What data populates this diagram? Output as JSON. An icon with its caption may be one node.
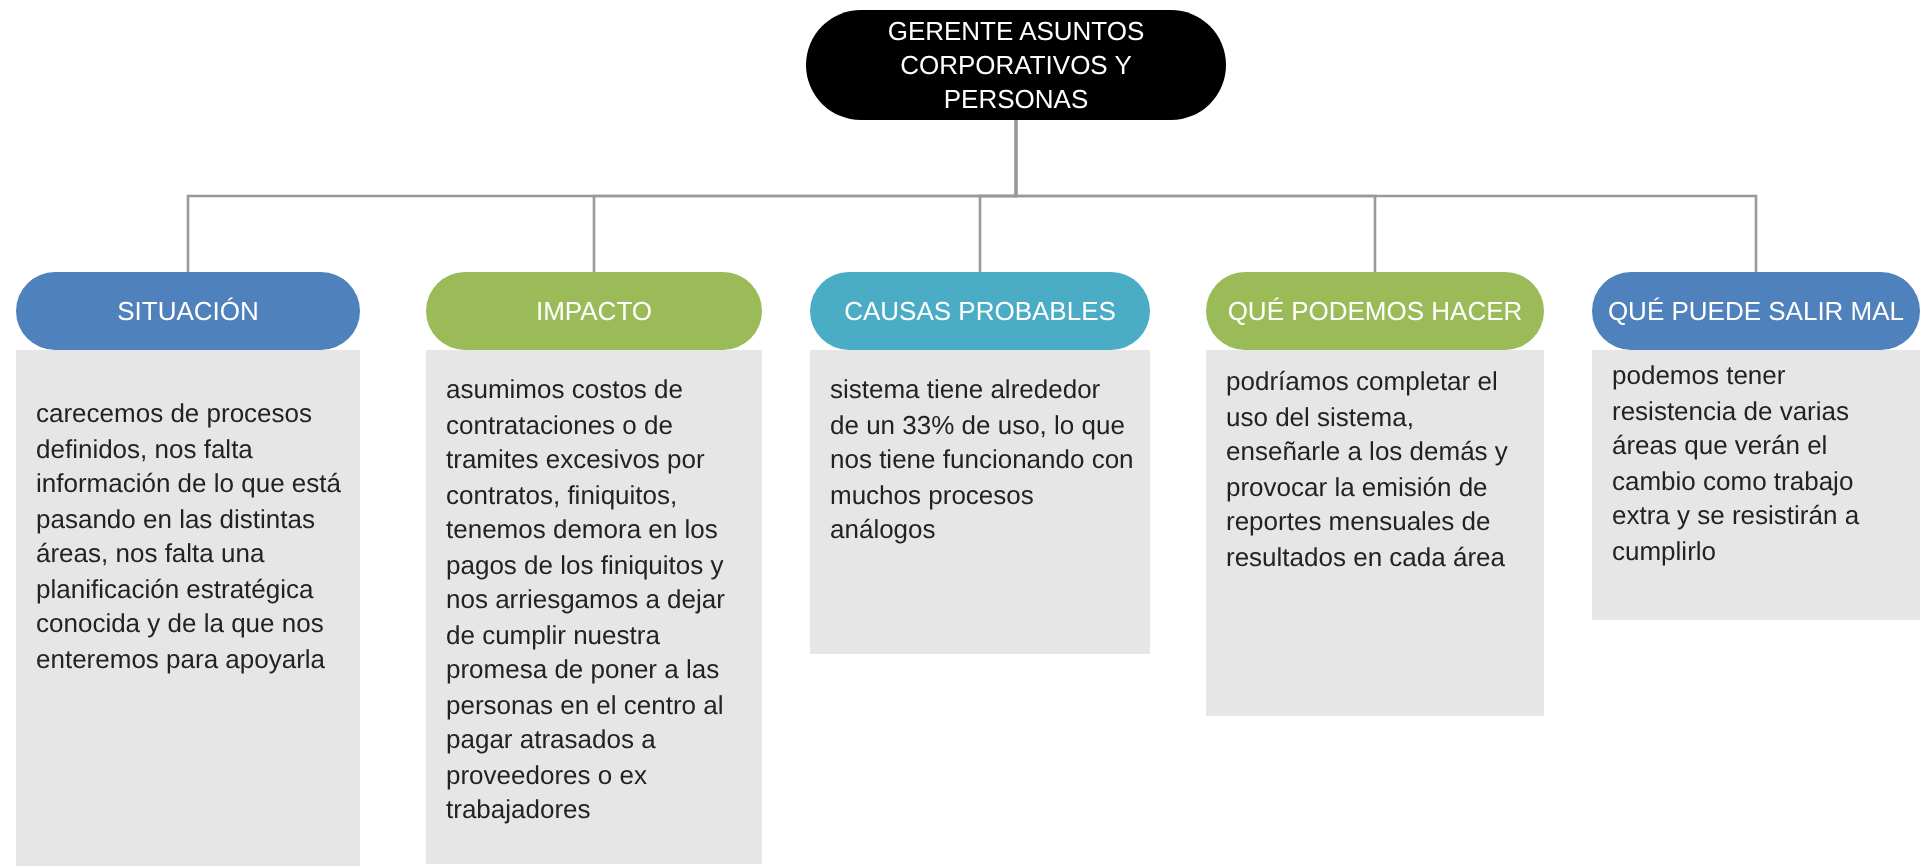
{
  "diagram": {
    "nodes": [
      {
        "text": [
          "GERENTE ASUNTOS CORPORATIVOS Y PERSONAS"
        ]
      },
      {
        "text": [
          "SITUACIÓN"
        ]
      },
      {
        "text": [
          "carecemos de procesos definidos, nos falta información de lo que está pasando en las distintas áreas, nos falta una planificación estratégica conocida y de la que nos enteremos para apoyarla"
        ]
      },
      {
        "text": [
          "IMPACTO"
        ]
      },
      {
        "text": [
          "asumimos costos de contrataciones o de tramites excesivos por contratos, finiquitos, tenemos demora en los pagos de los finiquitos y nos arriesgamos a dejar de cumplir nuestra promesa de poner a las personas en el centro al pagar atrasados a proveedores o ex trabajadores"
        ]
      },
      {
        "text": [
          "CAUSAS PROBABLES"
        ]
      },
      {
        "text": [
          "sistema tiene alrededor de un 33% de uso, lo que nos tiene funcionando con muchos procesos análogos"
        ]
      },
      {
        "text": [
          "QUÉ PODEMOS HACER"
        ]
      },
      {
        "text": [
          "podríamos completar el uso del sistema, enseñarle a los demás y provocar la emisión de reportes mensuales de resultados en cada área"
        ]
      },
      {
        "text": [
          "QUÉ PUEDE SALIR MAL"
        ]
      },
      {
        "text": [
          "podemos tener resistencia de varias áreas que verán el cambio como trabajo extra y se resistirán a cumplirlo"
        ]
      }
    ],
    "edges": [
      {
        "from": 0,
        "to": 1,
        "arrow": "none"
      },
      {
        "from": 0,
        "to": 3,
        "arrow": "none"
      },
      {
        "from": 0,
        "to": 5,
        "arrow": "none"
      },
      {
        "from": 0,
        "to": 7,
        "arrow": "none"
      },
      {
        "from": 0,
        "to": 9,
        "arrow": "none"
      }
    ]
  }
}
